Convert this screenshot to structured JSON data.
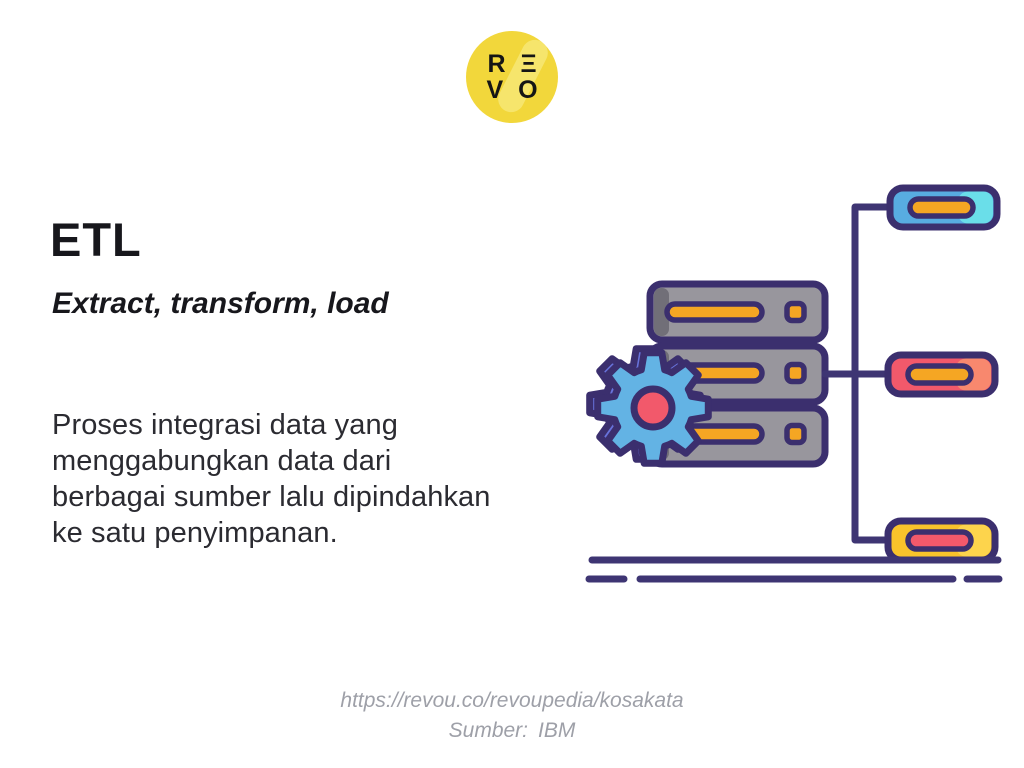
{
  "logo": {
    "row1": "R Ξ",
    "row2": "V O"
  },
  "content": {
    "term": "ETL",
    "subtitle": "Extract, transform, load",
    "description_lines": [
      "Proses integrasi data yang",
      "menggabungkan data dari",
      "berbagai sumber lalu dipindahkan",
      "ke satu penyimpanan."
    ]
  },
  "footer": {
    "url": "https://revou.co/revoupedia/kosakata",
    "source_label": "Sumber:",
    "source_value": "IBM"
  },
  "icons": {
    "logo": "revou-logo",
    "illustration": "etl-server-gear-diagram",
    "gear": "gear-icon",
    "server": "server-stack-icon",
    "nodes": [
      "node-blue",
      "node-pink",
      "node-yellow"
    ]
  },
  "palette": {
    "navy": "#3B2F6E",
    "lineNavy": "#3E3573",
    "serverGray": "#98969D",
    "serverGrayDark": "#716F78",
    "slotYellow": "#F5A623",
    "gearBlue": "#63B3E4",
    "gearPurple": "#6873DB",
    "pink": "#F2596B",
    "nodeBlue": "#58ACE1",
    "nodeCyan": "#6ADEE9",
    "nodePinkLight": "#F8886E",
    "nodeYellow": "#F9C32B",
    "nodeYellowLight": "#FDD44C",
    "logoYellow": "#F2D73B",
    "logoSwoosh": "#F6E56C",
    "textDark": "#17171C",
    "textBody": "#2B2B31",
    "footerGray": "#9EA0A8",
    "background": "#FFFFFF"
  }
}
